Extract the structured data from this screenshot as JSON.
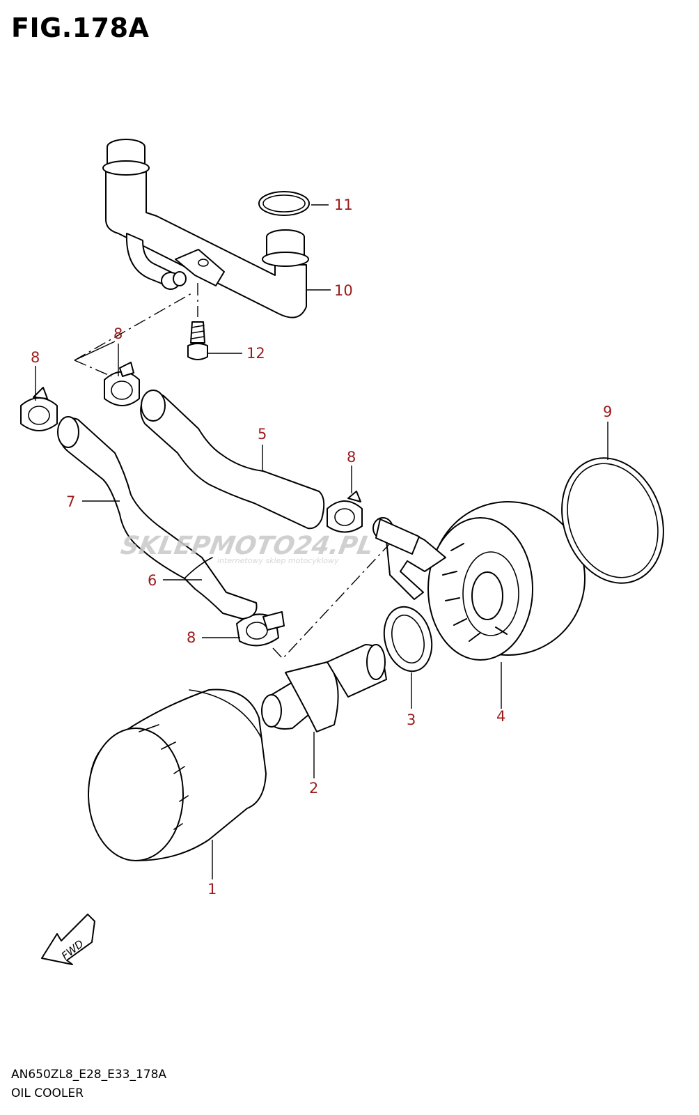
{
  "figure": {
    "title": "FIG.178A",
    "model_code": "AN650ZL8_E28_E33_178A",
    "section_name": "OIL COOLER"
  },
  "callouts": [
    {
      "id": "c1",
      "label": "1"
    },
    {
      "id": "c2",
      "label": "2"
    },
    {
      "id": "c3",
      "label": "3"
    },
    {
      "id": "c4",
      "label": "4"
    },
    {
      "id": "c5",
      "label": "5"
    },
    {
      "id": "c6",
      "label": "6"
    },
    {
      "id": "c7",
      "label": "7"
    },
    {
      "id": "c8a",
      "label": "8"
    },
    {
      "id": "c8b",
      "label": "8"
    },
    {
      "id": "c8c",
      "label": "8"
    },
    {
      "id": "c8d",
      "label": "8"
    },
    {
      "id": "c9",
      "label": "9"
    },
    {
      "id": "c10",
      "label": "10"
    },
    {
      "id": "c11",
      "label": "11"
    },
    {
      "id": "c12",
      "label": "12"
    }
  ],
  "fwd_arrow": {
    "label": "FWD",
    "icon": "fwd-arrow-icon"
  },
  "watermark": {
    "brand": "SKLEPMOTO24.PL",
    "tagline": "internetowy sklep motocyklowy"
  },
  "colors": {
    "callout": "#9b1b1b",
    "line": "#000000",
    "watermark": "#c8c8c8"
  }
}
